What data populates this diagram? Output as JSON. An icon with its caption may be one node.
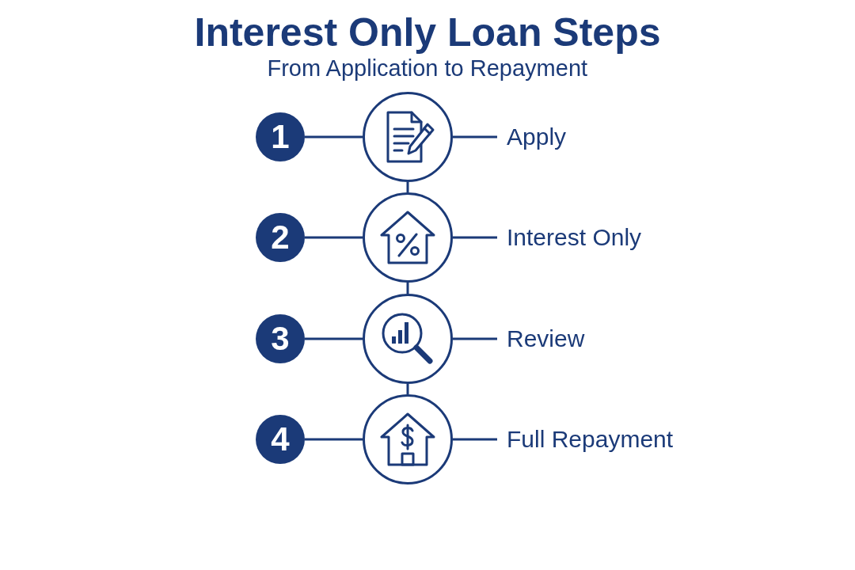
{
  "diagram": {
    "title": "Interest Only Loan Steps",
    "nodes": [
      {
        "text": [
          "1"
        ]
      },
      {
        "text": [],
        "shape": "circle"
      },
      {
        "text": [
          "Apply"
        ]
      },
      {
        "text": [
          "2"
        ]
      },
      {
        "text": [],
        "shape": "circle"
      },
      {
        "text": [
          "Interest Only"
        ]
      },
      {
        "text": [
          "3"
        ]
      },
      {
        "text": [],
        "shape": "circle"
      },
      {
        "text": [
          "Review"
        ]
      },
      {
        "text": [
          "4"
        ]
      },
      {
        "text": [],
        "shape": "circle"
      },
      {
        "text": [
          "Full Repayment"
        ]
      }
    ],
    "edges": [
      {
        "from": 0,
        "to": 1,
        "arrow": "none"
      },
      {
        "from": 1,
        "to": 2,
        "arrow": "none"
      },
      {
        "from": 1,
        "to": 4,
        "arrow": "none"
      },
      {
        "from": 3,
        "to": 4,
        "arrow": "none"
      },
      {
        "from": 4,
        "to": 5,
        "arrow": "none"
      },
      {
        "from": 4,
        "to": 7,
        "arrow": "none"
      },
      {
        "from": 6,
        "to": 7,
        "arrow": "none"
      },
      {
        "from": 7,
        "to": 8,
        "arrow": "none"
      },
      {
        "from": 7,
        "to": 10,
        "arrow": "none"
      },
      {
        "from": 9,
        "to": 10,
        "arrow": "none"
      },
      {
        "from": 10,
        "to": 11,
        "arrow": "none"
      }
    ],
    "labels": [
      "From Application to Repayment"
    ]
  }
}
